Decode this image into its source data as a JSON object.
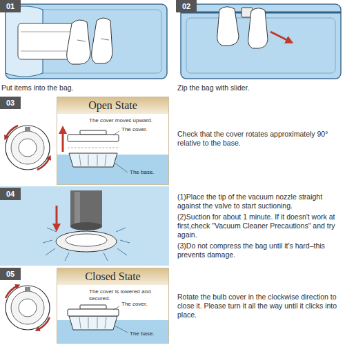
{
  "diagram": {
    "nodes": [
      {
        "text": [
          "01"
        ]
      },
      {
        "text": [
          "02"
        ]
      },
      {
        "text": [
          "03"
        ]
      },
      {
        "text": [
          "Open State",
          "The cover moves upward."
        ]
      },
      {
        "text": [
          "04"
        ]
      },
      {
        "text": [
          "05"
        ]
      },
      {
        "text": [
          "Closed State",
          "The cover is lowered and secured."
        ]
      }
    ],
    "edges": [],
    "labels": [
      "Put items into the bag.",
      "Zip the bag with slider.",
      "The cover.",
      "The base.",
      "Check that the cover rotates approximately 90° relative to the base.",
      "(1)Place the tip of the vacuum nozzle straight against the valve to start suctioning.",
      "(2)Suction for about 1 minute. If it doesn't work at first,check \"Vacuum Cleaner Precautions\" and try again.",
      "(3)Do not compress the bag until it's hard–this prevents damage.",
      "The cover.",
      "The base.",
      "Rotate the bulb cover in the clockwise direction to close it. Please turn it all the way until it clicks into place."
    ]
  }
}
